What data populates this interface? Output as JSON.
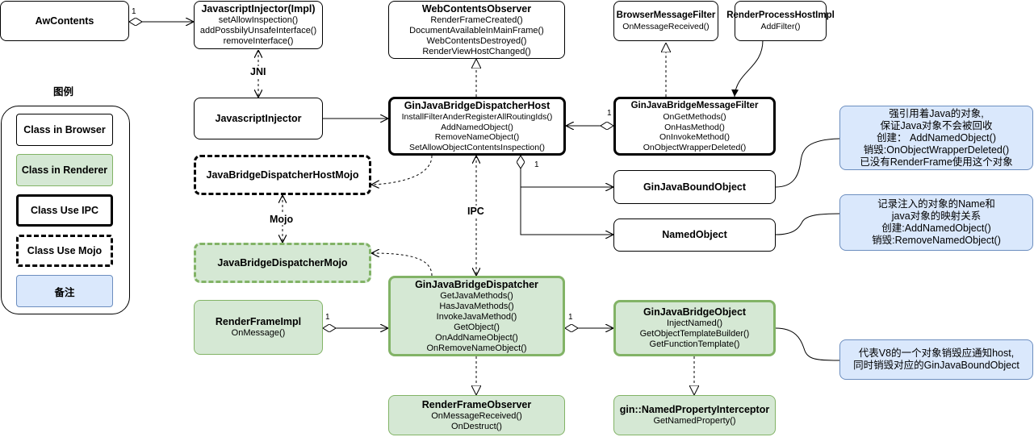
{
  "classes": {
    "awcontents": {
      "name": "AwContents"
    },
    "js_injector_impl": {
      "name": "JavascriptInjector(Impl)",
      "methods": [
        "setAllowInspection()",
        "addPossbilyUnsafeInterface()",
        "removeInterface()"
      ]
    },
    "web_contents_observer": {
      "name": "WebContentsObserver",
      "methods": [
        "RenderFrameCreated()",
        "DocumentAvailableInMainFrame()",
        "WebContentsDestroyed()",
        "RenderViewHostChanged()"
      ]
    },
    "browser_message_filter": {
      "name": "BrowserMessageFilter",
      "methods": [
        "OnMessageReceived()"
      ]
    },
    "render_process_host_impl": {
      "name": "RenderProcessHostImpl",
      "methods": [
        "AddFilter()"
      ]
    },
    "js_injector": {
      "name": "JavascriptInjector"
    },
    "dispatcher_host": {
      "name": "GinJavaBridgeDispatcherHost",
      "methods": [
        "InstallFilterAnderRegisterAllRoutingIds()",
        "AddNamedObject()",
        "RemoveNameObject()",
        "SetAllowObjectContentsInspection()"
      ]
    },
    "message_filter": {
      "name": "GinJavaBridgeMessageFilter",
      "methods": [
        "OnGetMethods()",
        "OnHasMethod()",
        "OnInvokeMethod()",
        "OnObjectWrapperDeleted()"
      ]
    },
    "host_mojo": {
      "name": "JavaBridgeDispatcherHostMojo"
    },
    "bound_object": {
      "name": "GinJavaBoundObject"
    },
    "named_object": {
      "name": "NamedObject"
    },
    "dispatcher_mojo": {
      "name": "JavaBridgeDispatcherMojo"
    },
    "dispatcher": {
      "name": "GinJavaBridgeDispatcher",
      "methods": [
        "GetJavaMethods()",
        "HasJavaMethods()",
        "InvokeJavaMethod()",
        "GetObject()",
        "OnAddNameObject()",
        "OnRemoveNameObject()"
      ]
    },
    "render_frame_impl": {
      "name": "RenderFrameImpl",
      "methods": [
        "OnMessage()"
      ]
    },
    "gin_object": {
      "name": "GinJavaBridgeObject",
      "methods": [
        "InjectNamed()",
        "GetObjectTemplateBuilder()",
        "GetFunctionTemplate()"
      ]
    },
    "render_frame_observer": {
      "name": "RenderFrameObserver",
      "methods": [
        "OnMessageReceived()",
        "OnDestruct()"
      ]
    },
    "named_property_interceptor": {
      "name": "gin::NamedPropertyInterceptor",
      "methods": [
        "GetNamedProperty()"
      ]
    }
  },
  "notes": {
    "note1": [
      "强引用着Java的对象,",
      "保证Java对象不会被回收",
      "创建： AddNamedObject()",
      "销毁:OnObjectWrapperDeleted()",
      "已没有RenderFrame使用这个对象"
    ],
    "note2": [
      "记录注入的对象的Name和",
      "java对象的映射关系",
      "创建:AddNamedObject()",
      "销毁:RemoveNamedObject()"
    ],
    "note3": [
      "代表V8的一个对象销毁应通知host,",
      "同时销毁对应的GinJavaBoundObject"
    ]
  },
  "edge_labels": {
    "jni": "JNI",
    "mojo": "Mojo",
    "ipc": "IPC"
  },
  "multiplicities": {
    "one": "1"
  },
  "legend": {
    "title": "图例",
    "items": [
      "Class in Browser",
      "Class in Renderer",
      "Class Use IPC",
      "Class Use  Mojo",
      "备注"
    ]
  },
  "colors": {
    "renderer_fill": "#d5e8d4",
    "renderer_border": "#82b366",
    "note_fill": "#dae8fc",
    "note_border": "#6c8ebf"
  }
}
